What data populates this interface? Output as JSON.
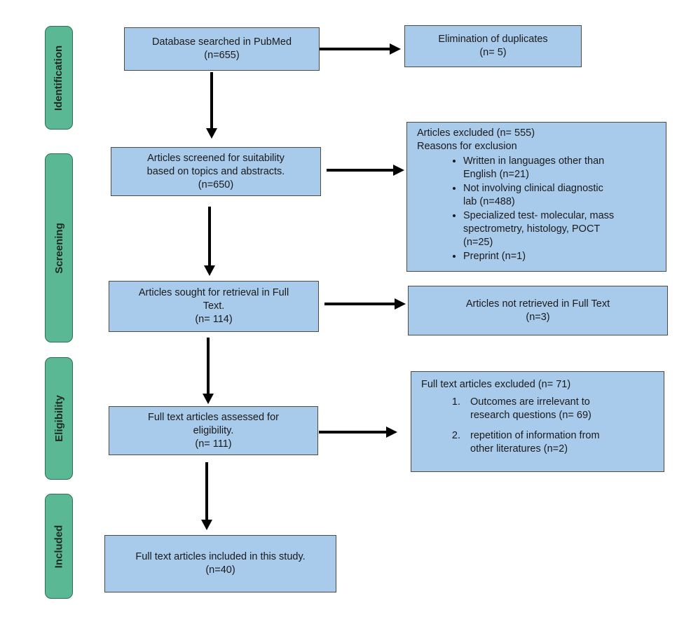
{
  "stages": {
    "identification": "Identification",
    "screening": "Screening",
    "eligibility": "Eligibility",
    "included": "Included"
  },
  "boxes": {
    "database": {
      "line1": "Database searched in PubMed",
      "line2": "(n=655)"
    },
    "duplicates": {
      "line1": "Elimination of duplicates",
      "line2": "(n= 5)"
    },
    "screened": {
      "line1": "Articles screened for suitability",
      "line2": "based on topics and abstracts.",
      "line3": "(n=650)"
    },
    "excluded": {
      "heading1": "Articles excluded (n= 555)",
      "heading2": "Reasons for exclusion",
      "reasons": [
        {
          "a": "Written in languages other than",
          "b": "English (n=21)"
        },
        {
          "a": "Not involving clinical diagnostic",
          "b": "lab (n=488)"
        },
        {
          "a": "Specialized test- molecular, mass",
          "b": "spectrometry, histology, POCT",
          "c": "(n=25)"
        },
        {
          "a": "Preprint (n=1)"
        }
      ]
    },
    "sought": {
      "line1": "Articles sought for retrieval in Full",
      "line2": "Text.",
      "line3": "(n= 114)"
    },
    "not_retrieved": {
      "line1": "Articles not retrieved in Full Text",
      "line2": "(n=3)"
    },
    "assessed": {
      "line1": "Full text articles assessed for",
      "line2": "eligibility.",
      "line3": "(n= 111)"
    },
    "ft_excluded": {
      "heading": "Full text articles excluded (n= 71)",
      "items": [
        {
          "a": "Outcomes are irrelevant to",
          "b": "research questions (n= 69)"
        },
        {
          "a": "repetition of information from",
          "b": "other literatures (n=2)"
        }
      ]
    },
    "included": {
      "line1": "Full text articles included in this study.",
      "line2": "(n=40)"
    }
  }
}
